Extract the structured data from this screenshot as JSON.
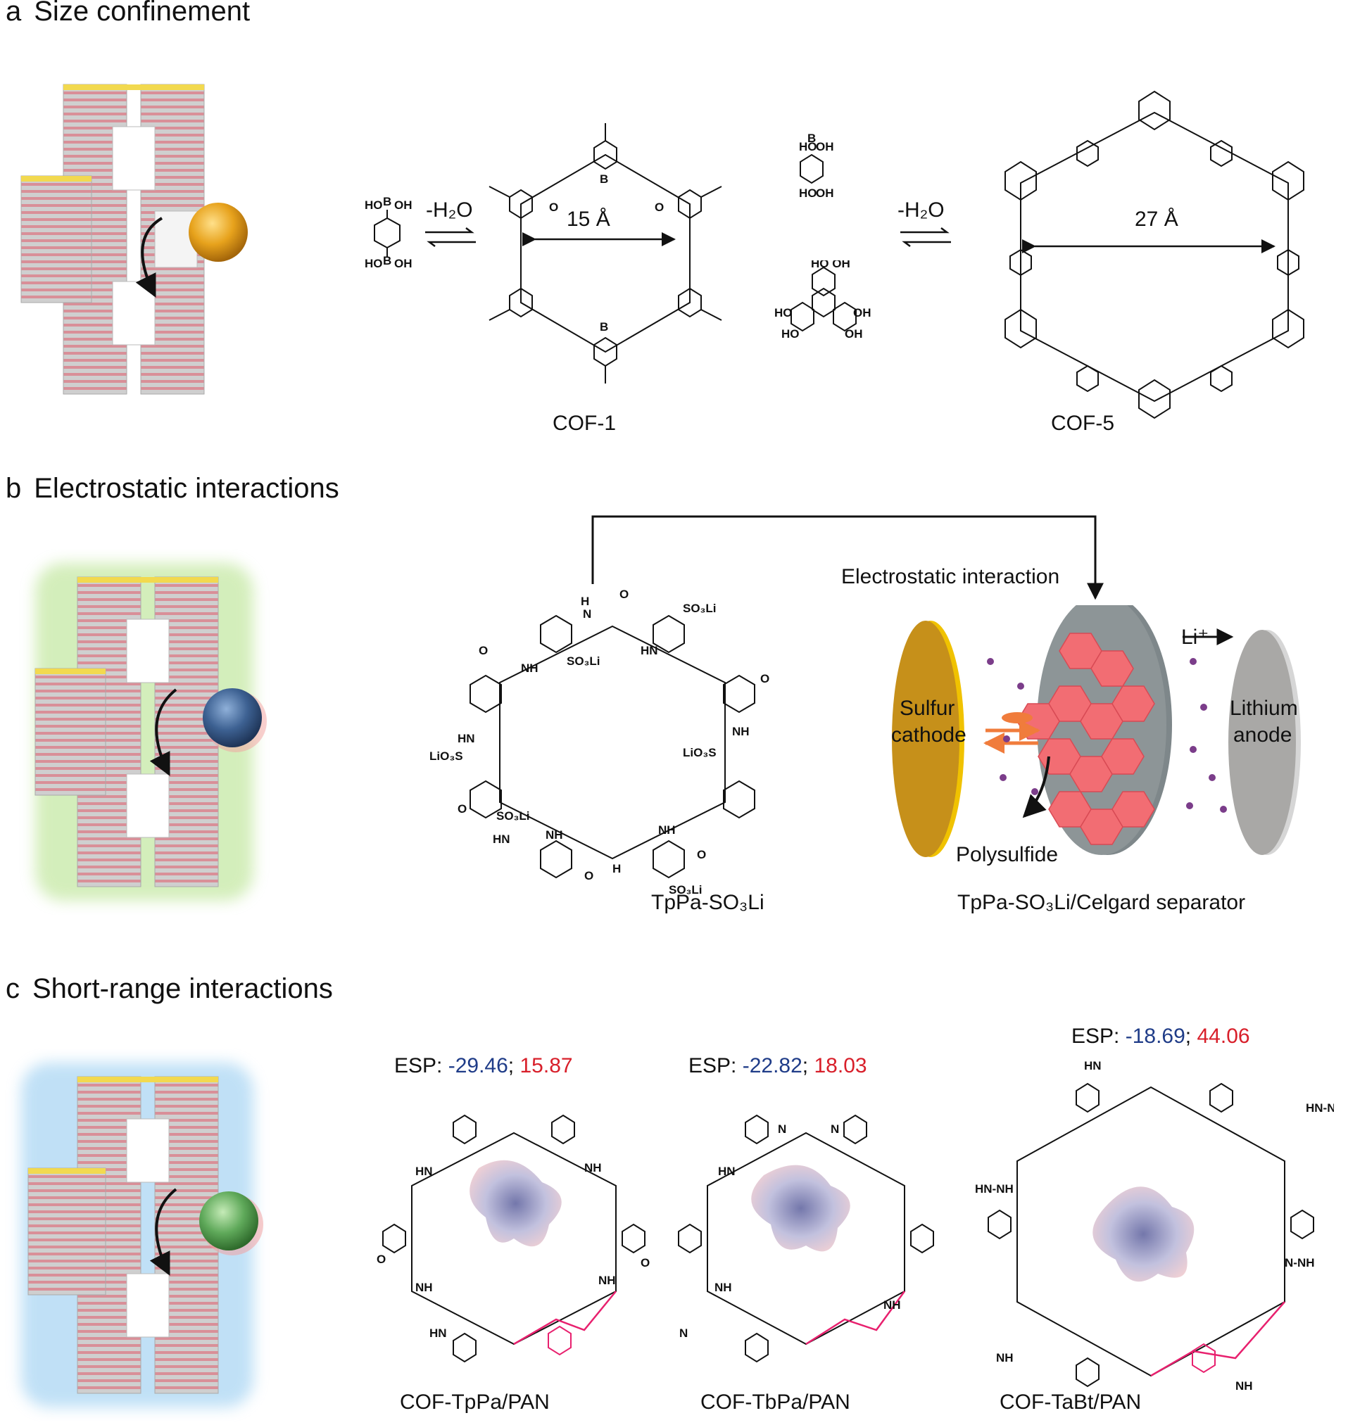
{
  "panels": {
    "a": {
      "letter": "a",
      "title": "Size confinement",
      "reagent_top": "HO",
      "reagent_oh": "OH",
      "reagent_b": "B",
      "condition": "-H₂O",
      "pore_cof1": "15 Å",
      "pore_cof5": "27 Å",
      "name_cof1": "COF-1",
      "name_cof5": "COF-5",
      "ring_o": "O",
      "ring_b": "B"
    },
    "b": {
      "letter": "b",
      "title": "Electrostatic interactions",
      "tppa_name": "TpPa-SO₃Li",
      "separator_name": "TpPa-SO₃Li/Celgard separator",
      "interaction_label": "Electrostatic interaction",
      "li_label": "Li⁺",
      "cathode_line1": "Sulfur",
      "cathode_line2": "cathode",
      "anode_line1": "Lithium",
      "anode_line2": "anode",
      "polysulfide": "Polysulfide",
      "so3li": "SO₃Li",
      "lio3s": "LiO₃S",
      "nh": "NH",
      "hn": "HN",
      "h": "H",
      "n": "N",
      "o": "O"
    },
    "c": {
      "letter": "c",
      "title": "Short-range interactions",
      "esp_prefix": "ESP:",
      "sep": ";",
      "tppa": {
        "esp_neg": "-29.46",
        "esp_pos": "15.87",
        "name": "COF-TpPa/PAN"
      },
      "tbpa": {
        "esp_neg": "-22.82",
        "esp_pos": "18.03",
        "name": "COF-TbPa/PAN"
      },
      "tabt": {
        "esp_neg": "-18.69",
        "esp_pos": "44.06",
        "name": "COF-TaBt/PAN"
      },
      "nh": "NH",
      "hn": "HN",
      "hnnh": "HN-NH",
      "nnh": "N-NH",
      "n": "N",
      "o": "O"
    }
  },
  "colors": {
    "gold_sphere": "#e7a21c",
    "blue_sphere": "#3d6192",
    "green_sphere": "#5fa95a",
    "cathode": "#c6901a",
    "separator_grey": "#8d9597",
    "separator_red": "#f26d73",
    "anode": "#a9a8a6",
    "arrow_orange": "#f07c3c",
    "ion_purple": "#7b3d8a",
    "pink_highlight": "#e8206e",
    "esp_negative": "#1f3c88",
    "esp_positive": "#d81f2a"
  }
}
